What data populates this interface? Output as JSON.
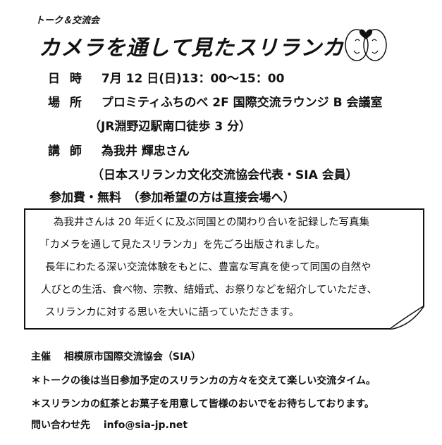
{
  "header": {
    "subtitle": "トーク＆交流会",
    "title": "カメラを通して見たスリランカ"
  },
  "details": {
    "date_label": "日 時",
    "date_value": "7月 12 日(日)13：00～15：00",
    "place_label": "場 所",
    "place_value": "プロミティふちのべ 2F 国際交流ラウンジ B 会議室",
    "place_note": "（JR淵野辺駅南口徒歩 3 分）",
    "speaker_label": "講 師",
    "speaker_value": "為我井 輝忠さん",
    "speaker_note": "（日本スリランカ文化交流協会代表・SIA 会員）",
    "fee_text": "参加費・無料　（参加希望の方は直接会場へ）"
  },
  "description": {
    "lines": [
      "為我井さんは 20 年近くに及ぶ同国との関わり合いを記録した写真集",
      "「カメラを通して見たスリランカ」を先ごろ出版されました。",
      "長年にわたる深い交流体験をもとに、豊富な写真を使って同国の自然や",
      "人びとの生活、食べ物、宗教、結婚式、お祭りなどを紹介していただき、",
      "スリランカに対する思いを大いに語っていただきます。"
    ]
  },
  "footer": {
    "organizer": "主催　 相模原市国際交流協会（SIA）",
    "note1": "＊トークの後は当日参加予定のスリランカの方々を交えて楽しい交流タイム。",
    "note2": "＊スリランカの紅茶とお菓子を用意して皆様のおいでをお待ちしております。",
    "contact": "問い合わせ先　 info@sia-jp.net"
  }
}
